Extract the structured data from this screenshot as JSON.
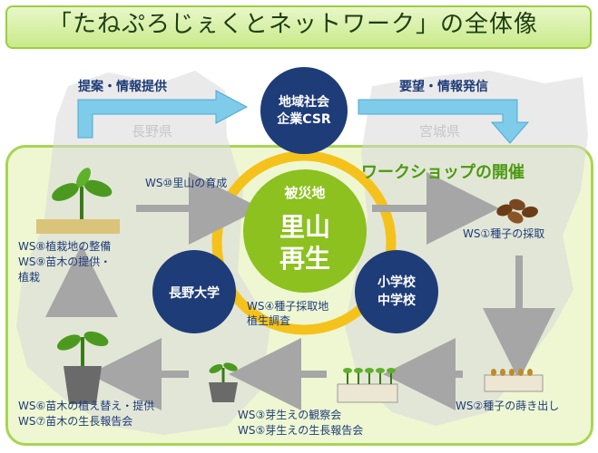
{
  "title": "「たねぷろじぇくとネットワーク」の全体像",
  "top_labels": {
    "left_arrow": "提案・情報提供",
    "right_arrow": "要望・情報発信",
    "nagano": "長野県",
    "miyagi": "宮城県"
  },
  "workshop_heading": "ワークショップの開催",
  "circles": {
    "csr": [
      "地域社会",
      "企業CSR"
    ],
    "center_top": "被災地",
    "center_main": [
      "里山",
      "再生"
    ],
    "university": "長野大学",
    "school": [
      "小学校",
      "中学校"
    ]
  },
  "workshops": {
    "ws10": "WS⑩里山の育成",
    "ws1": "WS①種子の採取",
    "ws8_9": [
      "WS⑧植栽地の整備",
      "WS⑨苗木の提供・",
      "植栽"
    ],
    "ws4": [
      "WS④種子採取地",
      "植生調査"
    ],
    "ws6_7": [
      "WS⑥苗木の植え替え・提供",
      "WS⑦苗木の生長報告会"
    ],
    "ws3_5": [
      "WS③芽生えの観察会",
      "WS⑤芽生えの生長報告会"
    ],
    "ws2": "WS②種子の蒔き出し"
  },
  "colors": {
    "navy": "#1e3c78",
    "green": "#8cc11f",
    "yellow_ring": "#f5c21b",
    "arrow_blue": "#7ecbea",
    "frame_green": "#a9d452"
  }
}
